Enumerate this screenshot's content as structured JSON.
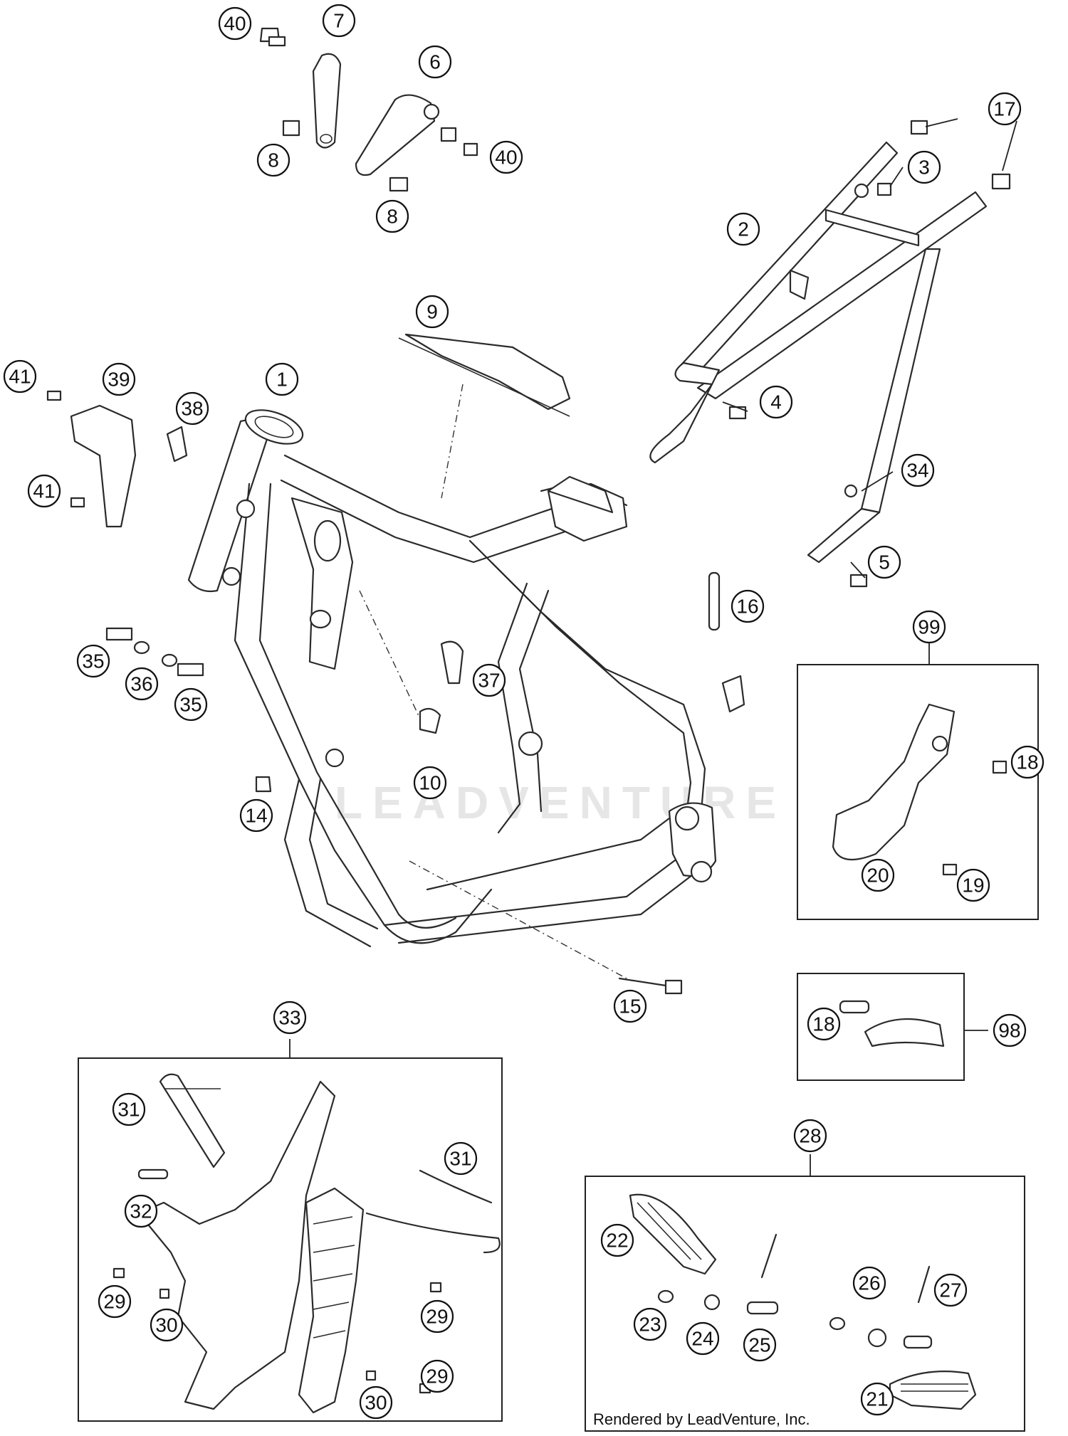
{
  "callouts": [
    "40",
    "7",
    "6",
    "40",
    "8",
    "8",
    "17",
    "3",
    "2",
    "9",
    "1",
    "4",
    "41",
    "39",
    "38",
    "41",
    "34",
    "5",
    "16",
    "35",
    "36",
    "35",
    "37",
    "99",
    "18",
    "10",
    "14",
    "20",
    "19",
    "15",
    "33",
    "98",
    "18",
    "31",
    "31",
    "32",
    "28",
    "22",
    "26",
    "27",
    "29",
    "30",
    "23",
    "24",
    "25",
    "29",
    "29",
    "30",
    "21"
  ],
  "watermark": "LEADVENTURE",
  "footer": "Rendered by LeadVenture, Inc."
}
